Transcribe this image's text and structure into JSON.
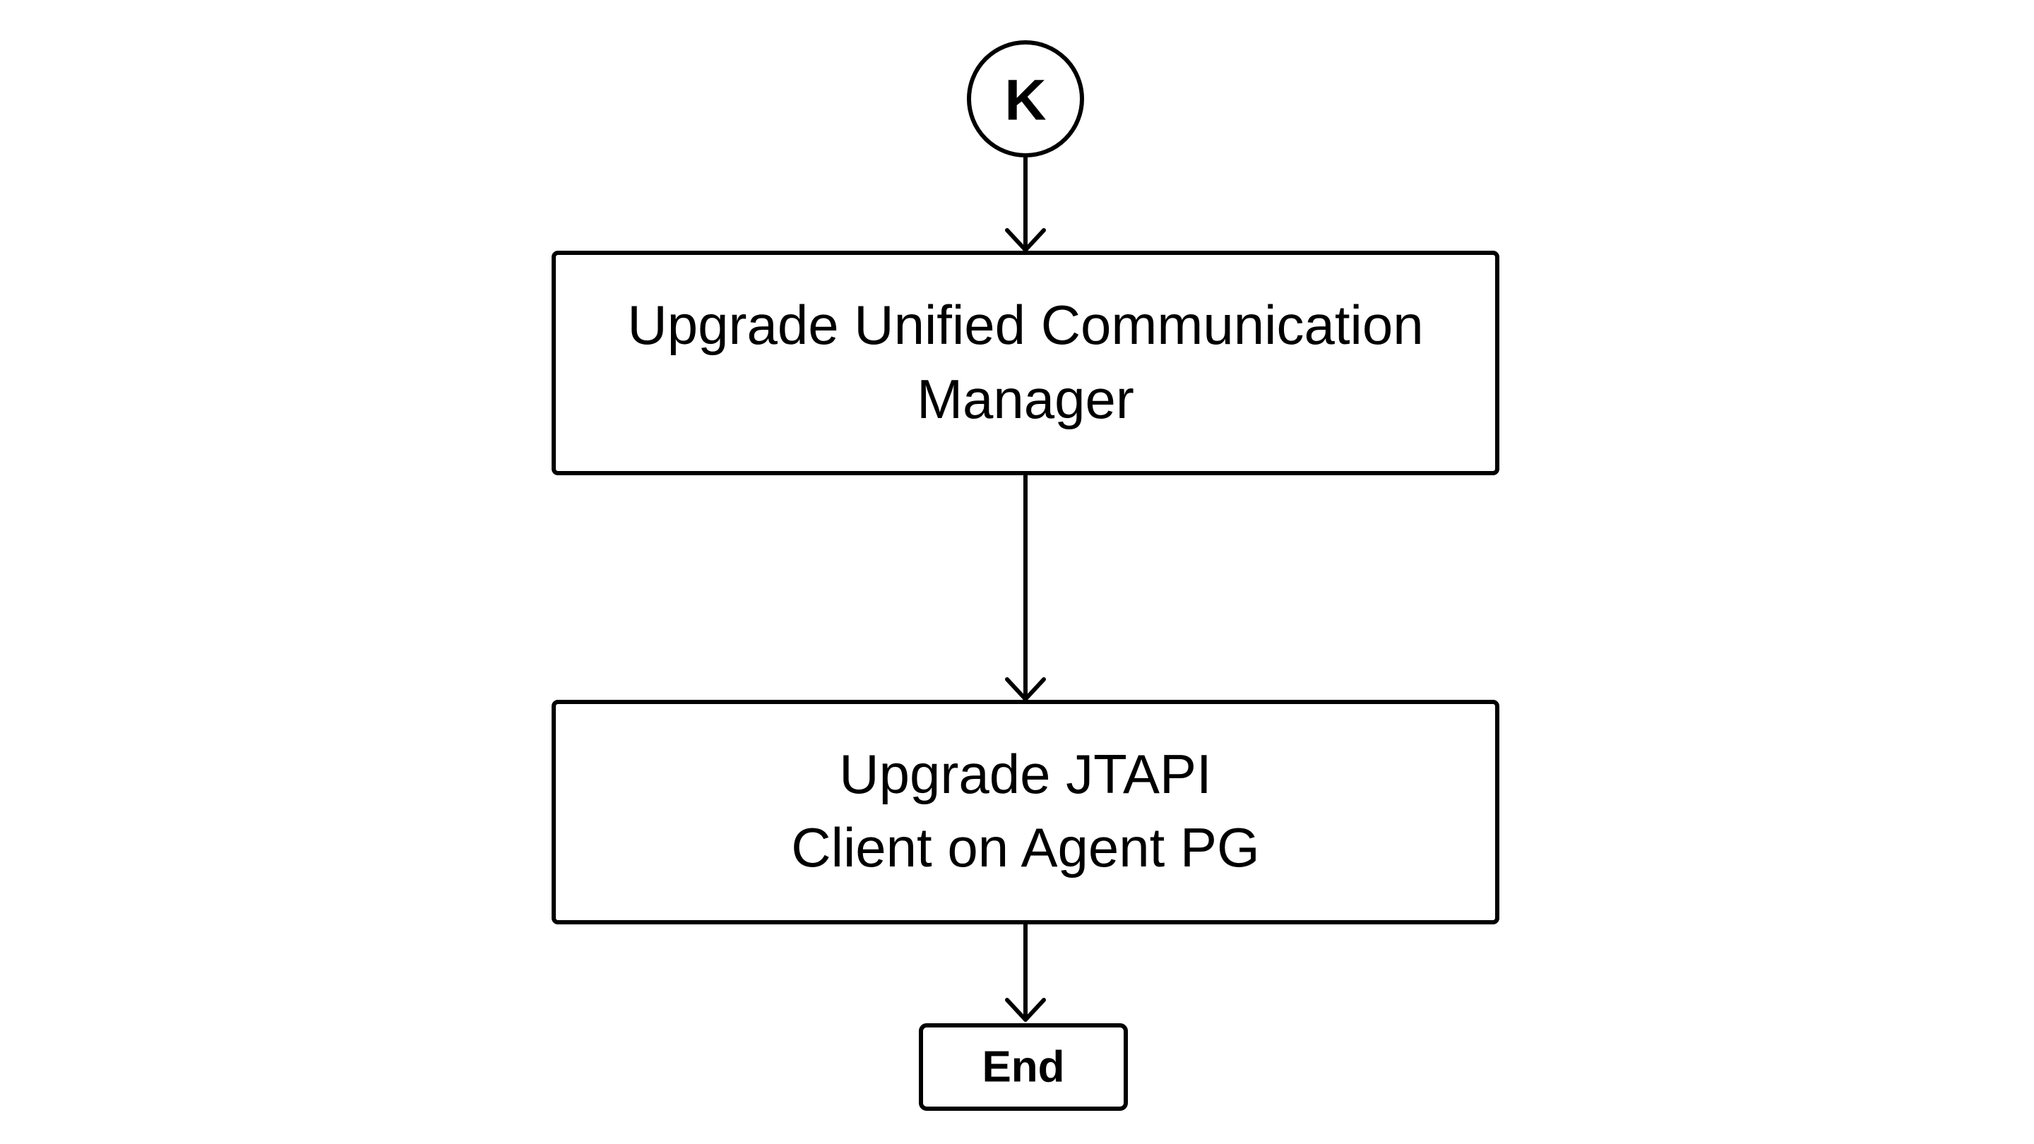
{
  "diagram": {
    "type": "flowchart",
    "colors": {
      "stroke": "#000000",
      "fill": "#ffffff",
      "text": "#000000"
    },
    "start_connector": {
      "label": "K"
    },
    "steps": [
      {
        "lines": [
          "Upgrade Unified Communication",
          "Manager"
        ]
      },
      {
        "lines": [
          "Upgrade JTAPI",
          "Client on Agent PG"
        ]
      }
    ],
    "end": {
      "label": "End"
    }
  }
}
